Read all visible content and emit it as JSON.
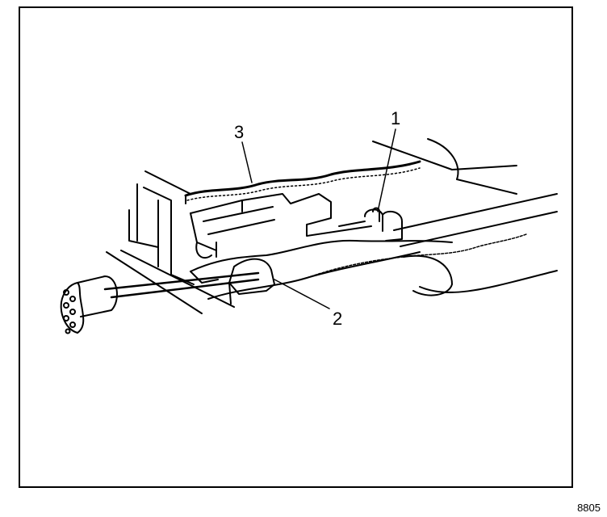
{
  "callouts": {
    "label_1": "1",
    "label_2": "2",
    "label_3": "3"
  },
  "figure_number": "8805",
  "colors": {
    "ink": "#000000",
    "paper": "#ffffff"
  }
}
